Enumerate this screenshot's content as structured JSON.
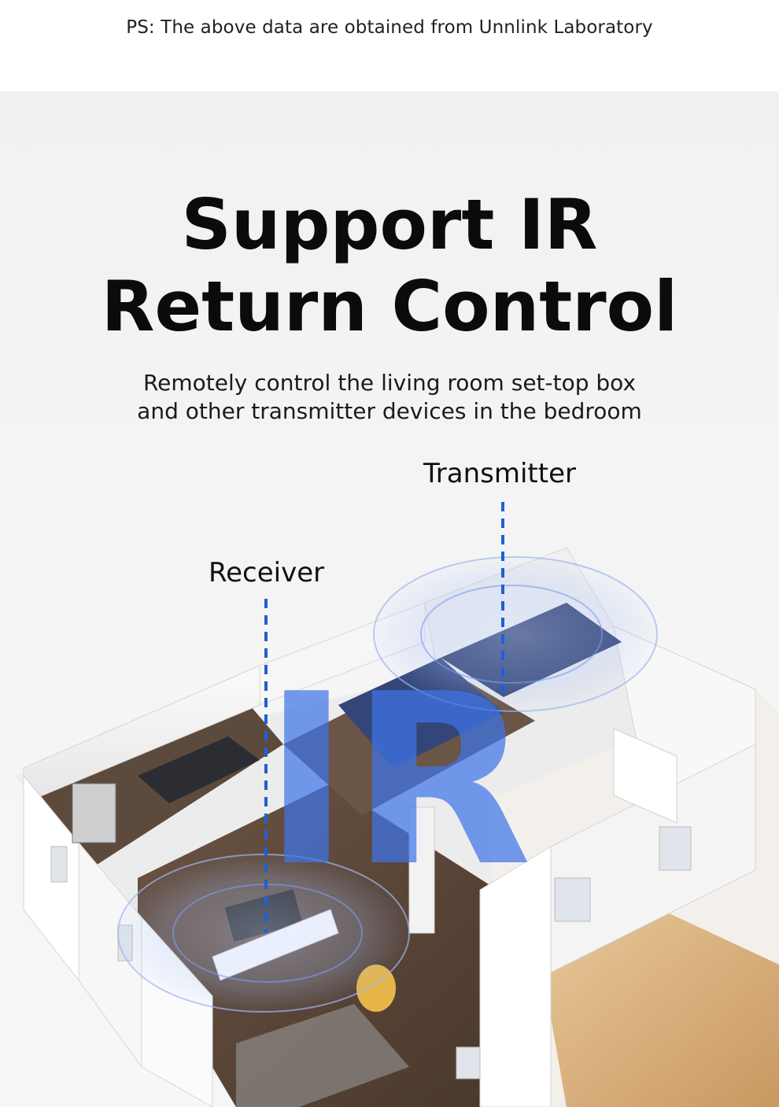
{
  "header": {
    "ps_note": "PS: The above data are obtained from Unnlink Laboratory"
  },
  "hero": {
    "title_line1": "Support IR",
    "title_line2": "Return Control",
    "subtitle_line1": "Remotely control the living room set-top box",
    "subtitle_line2": "and other transmitter devices in the bedroom"
  },
  "labels": {
    "transmitter": "Transmitter",
    "receiver": "Receiver",
    "ir_mark": "IR"
  },
  "colors": {
    "accent_blue": "#1f5fd6",
    "ir_blue": "#3f74e8",
    "floor_wood": "#5a4536"
  }
}
